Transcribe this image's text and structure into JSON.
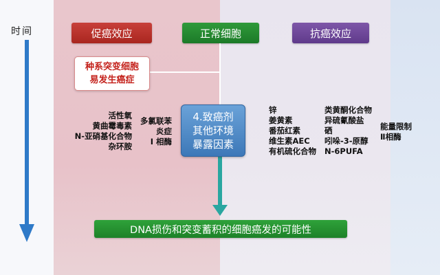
{
  "time_label": "时间",
  "headers": {
    "promote": "促癌效应",
    "normal": "正常细胞",
    "anti": "抗癌效应"
  },
  "germline": {
    "line1": "种系突变细胞",
    "line2": "易发生癌症"
  },
  "cause": {
    "line1": "4.致癌剂",
    "line2": "其他环境",
    "line3": "暴露因素"
  },
  "promote_factors_1": [
    "活性氧",
    "黄曲霉毒素",
    "N-亚硝基化合物",
    "杂环胺"
  ],
  "promote_factors_2": [
    "多氯联苯",
    "炎症",
    "I 相酶"
  ],
  "anti_factors_1": [
    "锌",
    "姜黄素",
    "番茄红素",
    "维生素AEC",
    "有机硫化合物"
  ],
  "anti_factors_2": [
    "类黄酮化合物",
    "异硫氰酸盐",
    "硒",
    "吲哚-3-原醇",
    "N-6PUFA"
  ],
  "anti_factors_3": [
    "能量限制",
    "Ⅱ相酶"
  ],
  "result": "DNA损伤和突变蓄积的细胞癌发的可能性",
  "colors": {
    "promote": "#b8302a",
    "normal": "#248a30",
    "anti": "#6d479a",
    "cause": "#4a86c6",
    "arrow": "#2aa6a0",
    "time_arrow": "#2f7ac8"
  }
}
